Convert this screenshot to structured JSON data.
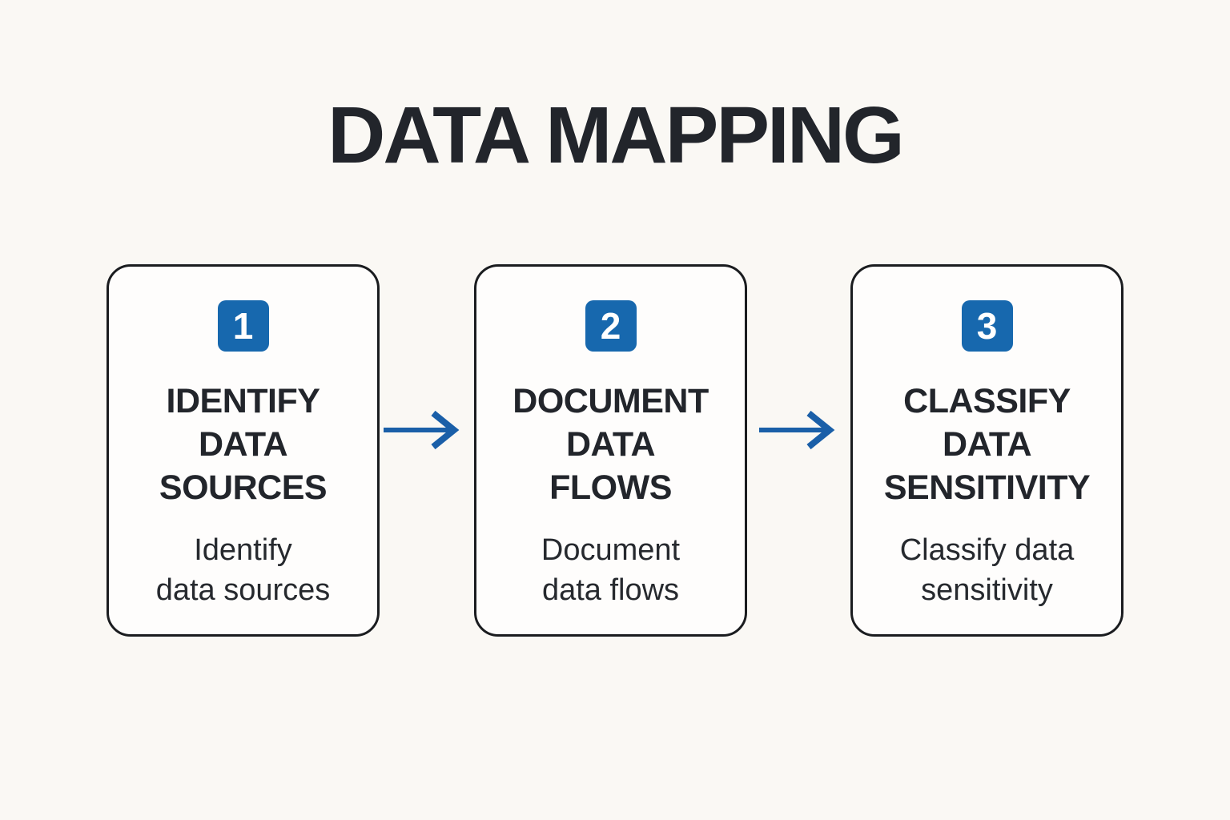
{
  "title": "DATA MAPPING",
  "steps": [
    {
      "number": "1",
      "heading": "IDENTIFY\nDATA\nSOURCES",
      "description": "Identify\ndata sources"
    },
    {
      "number": "2",
      "heading": "DOCUMENT\nDATA\nFLOWS",
      "description": "Document\ndata flows"
    },
    {
      "number": "3",
      "heading": "CLASSIFY\nDATA\nSENSITIVITY",
      "description": "Classify data\nsensitivity"
    }
  ],
  "icons": {
    "arrow_1": "right-arrow-icon",
    "arrow_2": "right-arrow-icon"
  },
  "colors": {
    "accent": "#1768ae",
    "arrow": "#1a5fa8",
    "ink": "#22252b",
    "bg": "#faf8f4",
    "card-bg": "#fefdfc",
    "card-border": "#1a1c1f"
  }
}
